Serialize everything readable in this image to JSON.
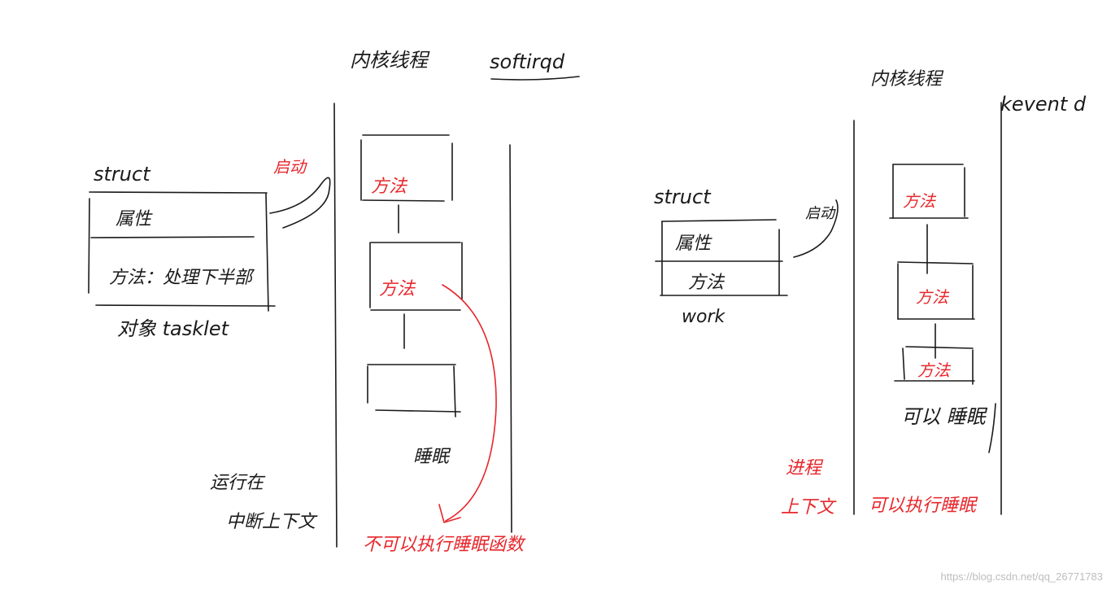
{
  "colors": {
    "ink": "#1a1a1a",
    "red": "#e8262b",
    "watermark": "#bdbdbd"
  },
  "left": {
    "title": "内核线程",
    "title_tag": "softirqd",
    "struct_label": "struct",
    "struct_rows": [
      "属性",
      "方法：处理下半部"
    ],
    "struct_object": "对象 tasklet",
    "link_label": "启动",
    "methods": [
      "方法",
      "方法"
    ],
    "sleep_label": "睡眠",
    "context_label_line1": "运行在",
    "context_label_line2": "中断上下文",
    "note": "不可以执行睡眠函数"
  },
  "right": {
    "title": "内核线程",
    "title_tag": "kevent d",
    "struct_label": "struct",
    "struct_rows": [
      "属性",
      "方法"
    ],
    "struct_object": "work",
    "link_label": "启动",
    "methods": [
      "方法",
      "方法",
      "方法"
    ],
    "sleep_label": "可以 睡眠",
    "context_label_line1": "进程",
    "context_label_line2": "上下文",
    "note": "可以执行睡眠"
  },
  "watermark": "https://blog.csdn.net/qq_26771783"
}
